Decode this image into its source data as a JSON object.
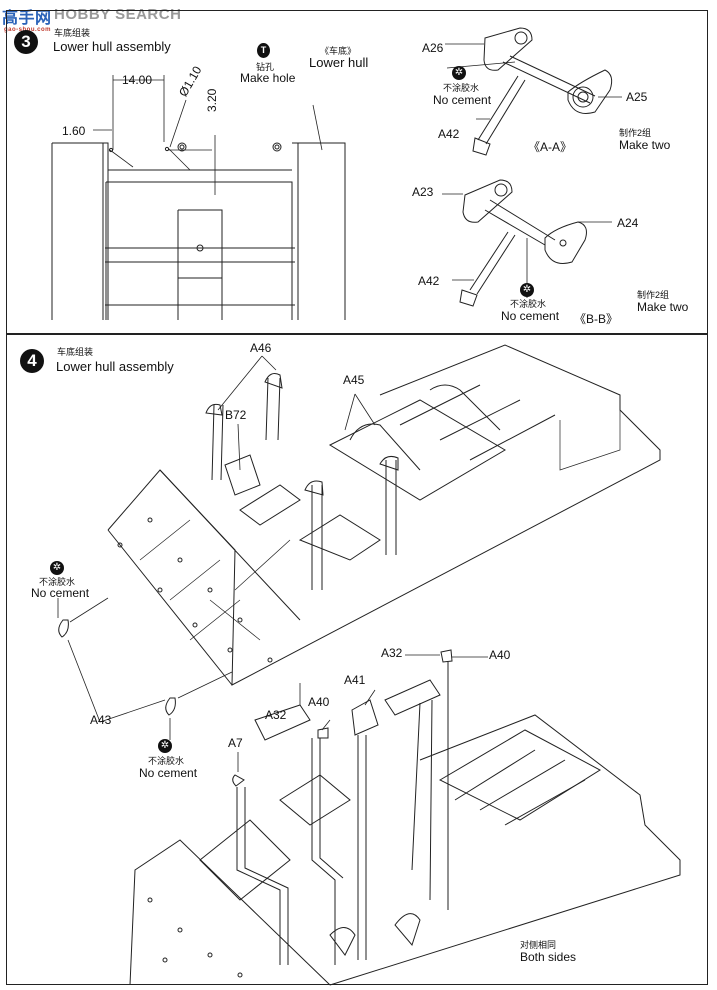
{
  "watermark": {
    "logo_text": "高手网",
    "brand_text": "HOBBY SEARCH",
    "sub_text": "gao-shou.com",
    "colors": {
      "logo": "#2a62b8",
      "brand": "#9a9a9a"
    }
  },
  "step3": {
    "number": "3",
    "title_cn": "车底组装",
    "title_en": "Lower hull assembly",
    "drill": {
      "icon": "drill-icon",
      "symbol": "T",
      "label_cn": "钻孔",
      "label_en": "Make hole"
    },
    "part_label_cn": "《车底》",
    "part_label_en": "Lower hull",
    "dimensions": {
      "d1": "14.00",
      "d2": "Ø1.10",
      "d3": "3.20",
      "d4": "1.60"
    },
    "subassembly_aa": {
      "parts": [
        "A26",
        "A25",
        "A42"
      ],
      "nocement_cn": "不涂胶水",
      "nocement_en": "No cement",
      "section": "《A-A》",
      "make_cn": "制作2组",
      "make_en": "Make two"
    },
    "subassembly_bb": {
      "parts": [
        "A23",
        "A24",
        "A42"
      ],
      "nocement_cn": "不涂胶水",
      "nocement_en": "No cement",
      "section": "《B-B》",
      "make_cn": "制作2组",
      "make_en": "Make two"
    }
  },
  "step4": {
    "number": "4",
    "title_cn": "车底组装",
    "title_en": "Lower hull assembly",
    "upper_parts": {
      "a46": "A46",
      "b72": "B72",
      "a45": "A45",
      "a43": "A43"
    },
    "nocement1": {
      "cn": "不涂胶水",
      "en": "No cement"
    },
    "nocement2": {
      "cn": "不涂胶水",
      "en": "No cement"
    },
    "lower_parts": {
      "a32_top": "A32",
      "a40_top": "A40",
      "a41": "A41",
      "a40_mid": "A40",
      "a32_mid": "A32",
      "a7": "A7"
    },
    "both_sides_cn": "对侧相同",
    "both_sides_en": "Both sides"
  }
}
